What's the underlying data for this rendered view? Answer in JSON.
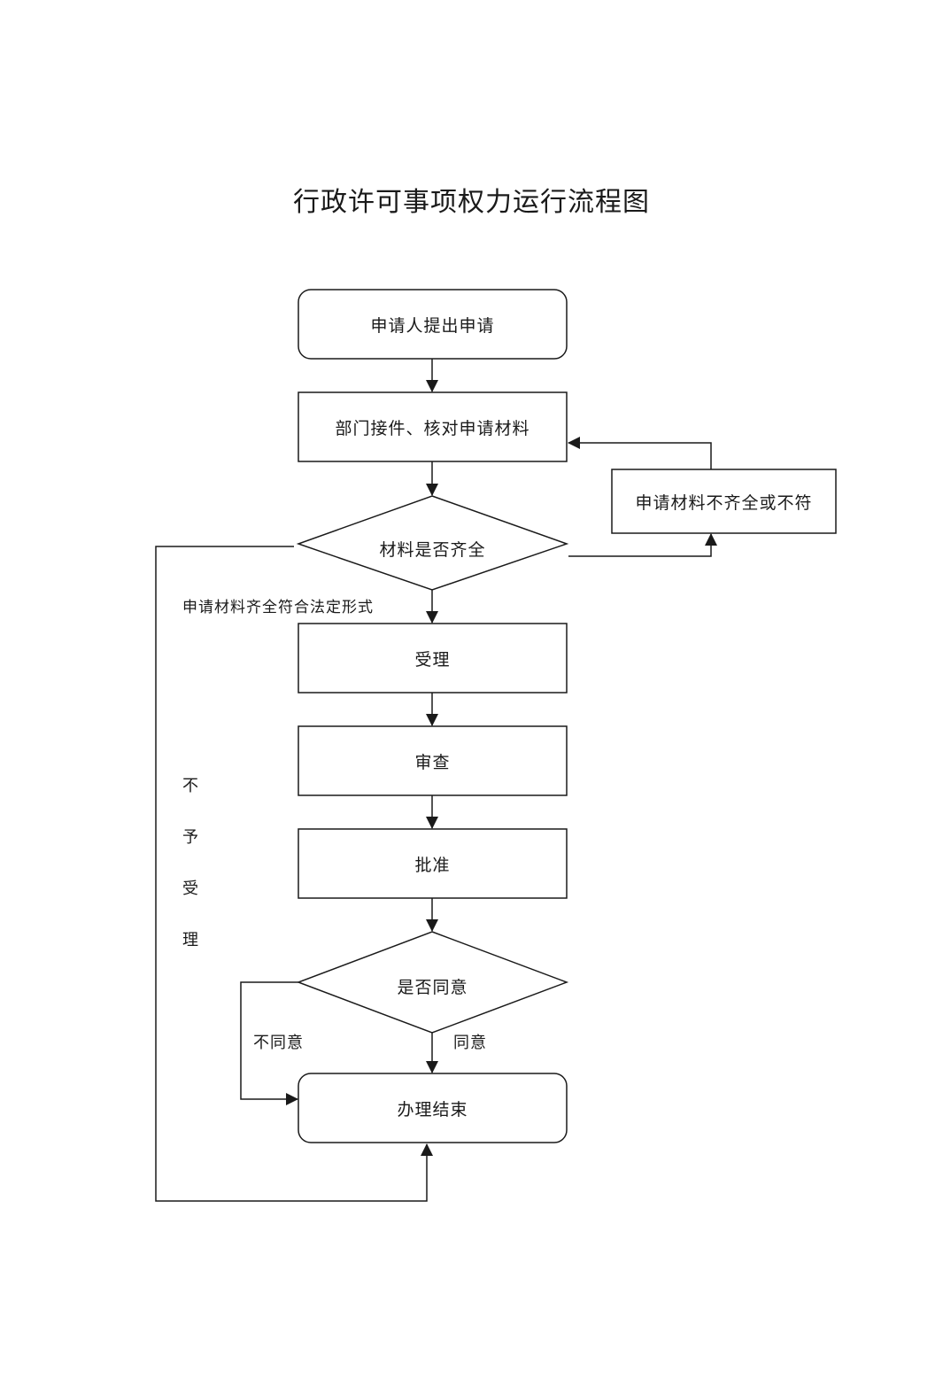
{
  "title": "行政许可事项权力运行流程图",
  "nodes": {
    "start": "申请人提出申请",
    "receive_check": "部门接件、核对申请材料",
    "materials_complete_q": "材料是否齐全",
    "incomplete_box": "申请材料不齐全或不符",
    "accept": "受理",
    "review": "审查",
    "approve": "批准",
    "agree_q": "是否同意",
    "end": "办理结束"
  },
  "edge_labels": {
    "complete_legal": "申请材料齐全符合法定形式",
    "not_accepted": [
      "不",
      "予",
      "受",
      "理"
    ],
    "disagree": "不同意",
    "agree": "同意"
  },
  "colors": {
    "stroke": "#1a1a1a",
    "background": "#ffffff"
  }
}
